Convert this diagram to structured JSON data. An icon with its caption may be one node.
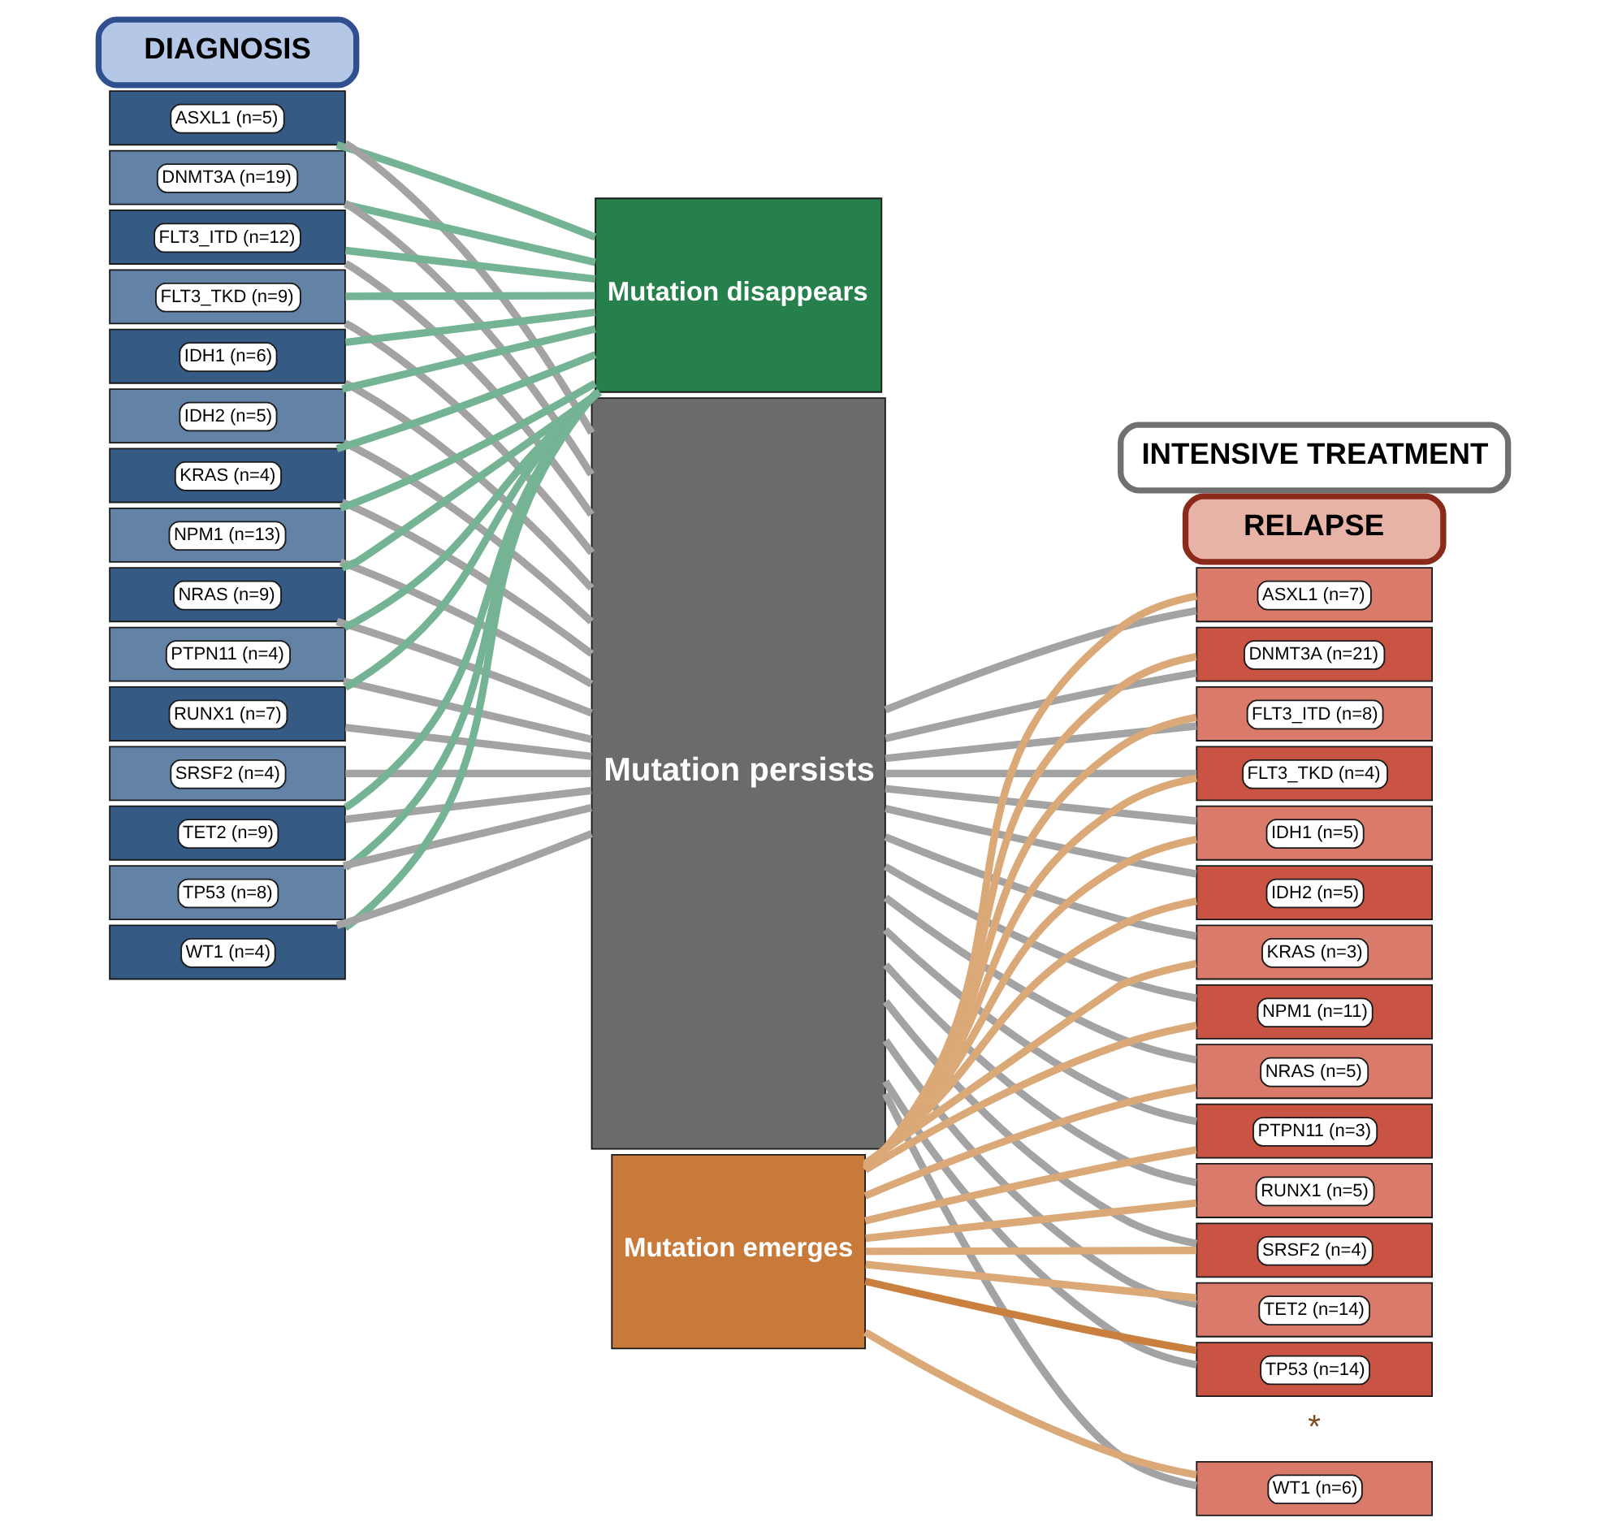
{
  "diagram": {
    "nodes": [
      {
        "text": [
          "DIAGNOSIS"
        ]
      },
      {
        "text": [
          "ASXL1 (n=5)"
        ]
      },
      {
        "text": [
          "DNMT3A (n=19)"
        ]
      },
      {
        "text": [
          "FLT3_ITD (n=12)"
        ]
      },
      {
        "text": [
          "FLT3_TKD (n=9)"
        ]
      },
      {
        "text": [
          "IDH1 (n=6)"
        ]
      },
      {
        "text": [
          "IDH2 (n=5)"
        ]
      },
      {
        "text": [
          "KRAS (n=4)"
        ]
      },
      {
        "text": [
          "NPM1 (n=13)"
        ]
      },
      {
        "text": [
          "NRAS (n=9)"
        ]
      },
      {
        "text": [
          "PTPN11 (n=4)"
        ]
      },
      {
        "text": [
          "RUNX1 (n=7)"
        ]
      },
      {
        "text": [
          "SRSF2 (n=4)"
        ]
      },
      {
        "text": [
          "TET2 (n=9)"
        ]
      },
      {
        "text": [
          "TP53 (n=8)"
        ]
      },
      {
        "text": [
          "WT1 (n=4)"
        ]
      },
      {
        "text": [
          "Mutation disappears"
        ]
      },
      {
        "text": [
          "Mutation persists"
        ]
      },
      {
        "text": [
          "Mutation emerges"
        ]
      },
      {
        "text": [
          "INTENSIVE TREATMENT"
        ]
      },
      {
        "text": [
          "RELAPSE"
        ]
      },
      {
        "text": [
          "ASXL1 (n=7)"
        ]
      },
      {
        "text": [
          "DNMT3A (n=21)"
        ]
      },
      {
        "text": [
          "FLT3_ITD (n=8)"
        ]
      },
      {
        "text": [
          "FLT3_TKD (n=4)"
        ]
      },
      {
        "text": [
          "IDH1 (n=5)"
        ]
      },
      {
        "text": [
          "IDH2 (n=5)"
        ]
      },
      {
        "text": [
          "KRAS (n=3)"
        ]
      },
      {
        "text": [
          "NPM1 (n=11)"
        ]
      },
      {
        "text": [
          "NRAS (n=5)"
        ]
      },
      {
        "text": [
          "PTPN11 (n=3)"
        ]
      },
      {
        "text": [
          "RUNX1 (n=5)"
        ]
      },
      {
        "text": [
          "SRSF2 (n=4)"
        ]
      },
      {
        "text": [
          "TET2 (n=14)"
        ]
      },
      {
        "text": [
          "TP53 (n=14)"
        ]
      },
      {
        "text": [
          "WT1 (n=6)"
        ]
      }
    ],
    "edges": [
      {
        "from": 1,
        "to": 16,
        "arrow": "none",
        "color": "#74b393"
      },
      {
        "from": 1,
        "to": 17,
        "arrow": "none"
      },
      {
        "from": 2,
        "to": 16,
        "arrow": "none",
        "color": "#74b393"
      },
      {
        "from": 2,
        "to": 17,
        "arrow": "none"
      },
      {
        "from": 3,
        "to": 16,
        "arrow": "none",
        "color": "#74b393"
      },
      {
        "from": 3,
        "to": 17,
        "arrow": "none"
      },
      {
        "from": 4,
        "to": 16,
        "arrow": "none",
        "color": "#74b393"
      },
      {
        "from": 4,
        "to": 17,
        "arrow": "none"
      },
      {
        "from": 5,
        "to": 16,
        "arrow": "none",
        "color": "#74b393"
      },
      {
        "from": 5,
        "to": 17,
        "arrow": "none"
      },
      {
        "from": 6,
        "to": 16,
        "arrow": "none",
        "color": "#74b393"
      },
      {
        "from": 6,
        "to": 17,
        "arrow": "none"
      },
      {
        "from": 7,
        "to": 16,
        "arrow": "none",
        "color": "#74b393"
      },
      {
        "from": 7,
        "to": 17,
        "arrow": "none"
      },
      {
        "from": 8,
        "to": 16,
        "arrow": "none",
        "color": "#74b393"
      },
      {
        "from": 8,
        "to": 17,
        "arrow": "none"
      },
      {
        "from": 9,
        "to": 16,
        "arrow": "none",
        "color": "#74b393"
      },
      {
        "from": 9,
        "to": 17,
        "arrow": "none"
      },
      {
        "from": 10,
        "to": 16,
        "arrow": "none",
        "color": "#74b393"
      },
      {
        "from": 10,
        "to": 17,
        "arrow": "none"
      },
      {
        "from": 11,
        "to": 16,
        "arrow": "none",
        "color": "#74b393"
      },
      {
        "from": 11,
        "to": 17,
        "arrow": "none"
      },
      {
        "from": 12,
        "to": 17,
        "arrow": "none"
      },
      {
        "from": 13,
        "to": 16,
        "arrow": "none",
        "color": "#74b393"
      },
      {
        "from": 13,
        "to": 17,
        "arrow": "none"
      },
      {
        "from": 14,
        "to": 16,
        "arrow": "none",
        "color": "#74b393"
      },
      {
        "from": 14,
        "to": 17,
        "arrow": "none"
      },
      {
        "from": 15,
        "to": 16,
        "arrow": "none",
        "color": "#74b393"
      },
      {
        "from": 15,
        "to": 17,
        "arrow": "none"
      },
      {
        "from": 17,
        "to": 21,
        "arrow": "none"
      },
      {
        "from": 18,
        "to": 21,
        "arrow": "none",
        "color": "#dba878"
      },
      {
        "from": 17,
        "to": 22,
        "arrow": "none"
      },
      {
        "from": 18,
        "to": 22,
        "arrow": "none",
        "color": "#dba878"
      },
      {
        "from": 17,
        "to": 23,
        "arrow": "none"
      },
      {
        "from": 18,
        "to": 23,
        "arrow": "none",
        "color": "#dba878"
      },
      {
        "from": 17,
        "to": 24,
        "arrow": "none"
      },
      {
        "from": 18,
        "to": 24,
        "arrow": "none",
        "color": "#dba878"
      },
      {
        "from": 17,
        "to": 25,
        "arrow": "none"
      },
      {
        "from": 18,
        "to": 25,
        "arrow": "none",
        "color": "#dba878"
      },
      {
        "from": 17,
        "to": 26,
        "arrow": "none"
      },
      {
        "from": 18,
        "to": 26,
        "arrow": "none",
        "color": "#dba878"
      },
      {
        "from": 17,
        "to": 27,
        "arrow": "none"
      },
      {
        "from": 18,
        "to": 27,
        "arrow": "none",
        "color": "#dba878"
      },
      {
        "from": 17,
        "to": 28,
        "arrow": "none"
      },
      {
        "from": 18,
        "to": 28,
        "arrow": "none",
        "color": "#dba878"
      },
      {
        "from": 17,
        "to": 29,
        "arrow": "none"
      },
      {
        "from": 18,
        "to": 29,
        "arrow": "none",
        "color": "#dba878"
      },
      {
        "from": 17,
        "to": 30,
        "arrow": "none"
      },
      {
        "from": 18,
        "to": 30,
        "arrow": "none",
        "color": "#dba878"
      },
      {
        "from": 17,
        "to": 31,
        "arrow": "none"
      },
      {
        "from": 18,
        "to": 31,
        "arrow": "none",
        "color": "#dba878"
      },
      {
        "from": 17,
        "to": 32,
        "arrow": "none"
      },
      {
        "from": 18,
        "to": 32,
        "arrow": "none",
        "color": "#dba878"
      },
      {
        "from": 17,
        "to": 33,
        "arrow": "none"
      },
      {
        "from": 18,
        "to": 33,
        "arrow": "none",
        "color": "#dba878"
      },
      {
        "from": 17,
        "to": 34,
        "arrow": "none"
      },
      {
        "from": 18,
        "to": 34,
        "arrow": "none",
        "color": "#c9803e"
      },
      {
        "from": 17,
        "to": 35,
        "arrow": "none"
      },
      {
        "from": 18,
        "to": 35,
        "arrow": "none",
        "color": "#dba878"
      }
    ],
    "labels": [
      "*"
    ]
  }
}
